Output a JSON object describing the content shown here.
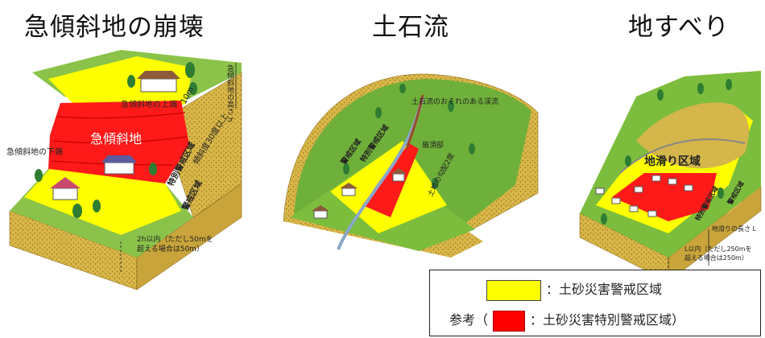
{
  "titles": {
    "steep_slope": "急傾斜地の崩壊",
    "debris_flow": "土石流",
    "landslide": "地すべり"
  },
  "steep_slope_labels": {
    "height": "急傾斜地の高さ h",
    "top_edge": "急傾斜地の上端",
    "ten_m": "10m",
    "slope_angle": "傾斜度30度以上",
    "label_zone": "急傾斜地",
    "bottom_edge": "急傾斜地の下端",
    "special_zone": "特別警戒区域",
    "warning_zone": "警戒区域",
    "note_line1": "2h以内（ただし50mを",
    "note_line2": "超える場合は50m）"
  },
  "debris_flow_labels": {
    "stream": "土石流のおそれのある渓流",
    "warning_zone": "警戒区域",
    "special_zone": "特別警戒区域",
    "fan_apex": "扇頂部",
    "gradient": "土地の勾配2度"
  },
  "landslide_labels": {
    "zone": "地滑り区域",
    "special_zone": "特別警戒区域",
    "warning_zone": "警戒区域",
    "length": "地滑りの長さ L",
    "note_line1": "L以内（ただし250mを",
    "note_line2": "超える場合は250m）"
  },
  "legend": {
    "row1_text": "：土砂災害警戒区域",
    "row2_prefix": "参考（",
    "row2_text": "：土砂災害特別警戒区域）"
  },
  "colors": {
    "warning_zone": "#ffff00",
    "special_zone": "#ff0000",
    "grass": "#7cb342",
    "soil": "#d9b84a"
  }
}
